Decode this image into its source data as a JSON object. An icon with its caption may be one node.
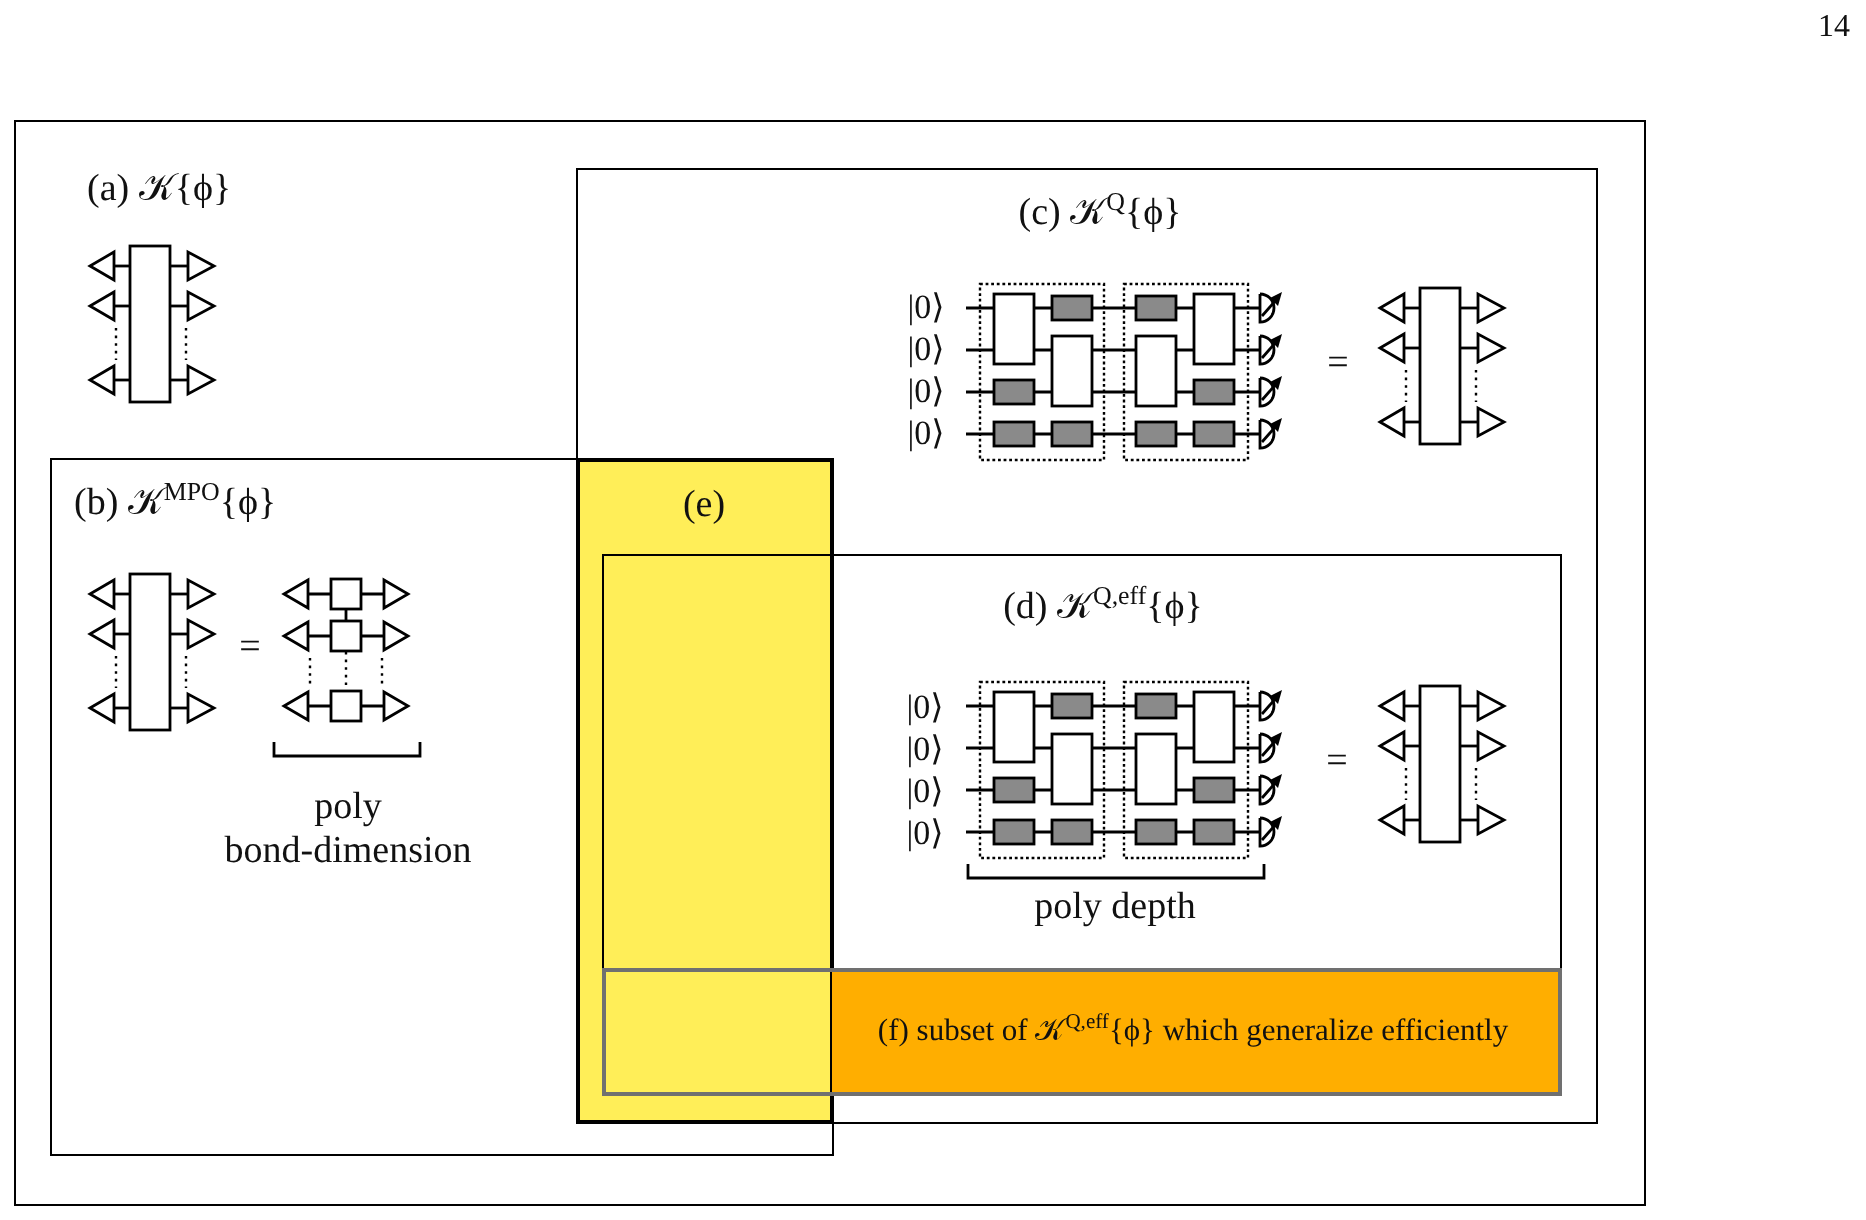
{
  "diagram": {
    "nodes": [
      {
        "text": [
          "(a) 𝒦{ϕ}"
        ]
      },
      {
        "text": [
          "(b) 𝒦$^{MPO}${ϕ}"
        ],
        "in": 0
      },
      {
        "text": [
          "(c) 𝒦$^{Q}${ϕ}"
        ],
        "in": 0
      },
      {
        "text": [
          "(d) 𝒦$^{Q,eff}${ϕ}"
        ],
        "in": 2
      },
      {
        "text": [
          "(e)"
        ]
      },
      {
        "text": [
          "(f) subset of 𝒦$^{Q,eff}${ϕ} which generalize efficiently"
        ],
        "in": 3
      }
    ],
    "labels": [
      "14",
      "|0⟩",
      "|0⟩",
      "|0⟩",
      "|0⟩",
      "=",
      "=",
      "|0⟩",
      "|0⟩",
      "|0⟩",
      "|0⟩",
      "=",
      "poly bond-dimension",
      "poly depth"
    ]
  }
}
